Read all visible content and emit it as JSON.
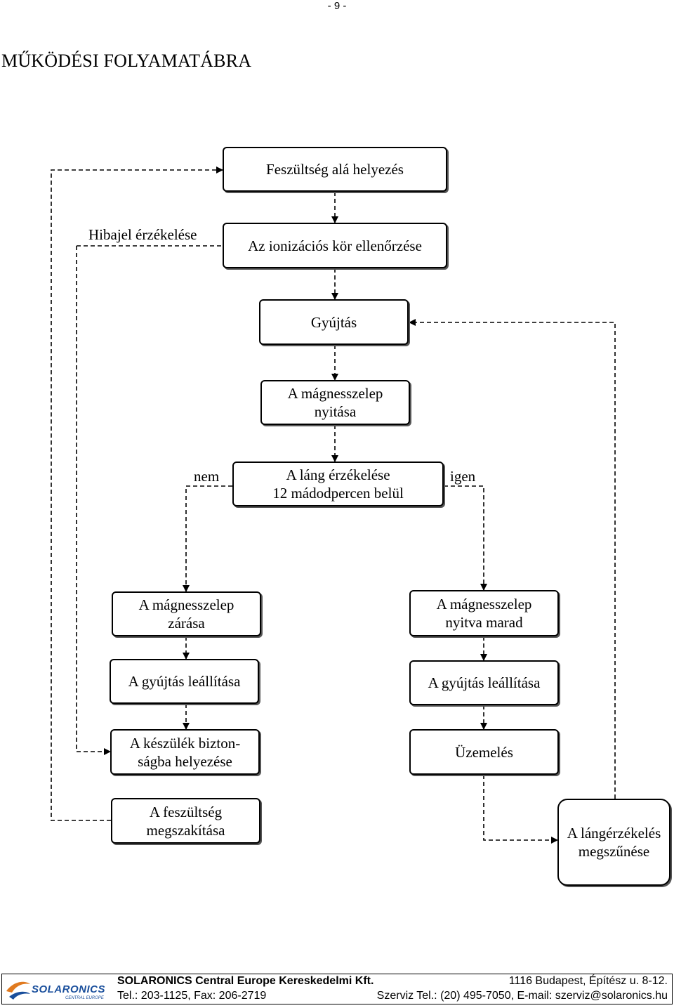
{
  "page_number": "- 9 -",
  "title": "MŰKÖDÉSI FOLYAMATÁBRA",
  "nodes": {
    "power_on": "Feszültség alá helyezés",
    "ion_check": "Az ionizációs kör ellenőrzése",
    "ignition": "Gyújtás",
    "valve_open": [
      "A mágnesszelep",
      "nyitása"
    ],
    "flame_detect": [
      "A láng érzékelése",
      "12 mádodpercen belül"
    ],
    "valve_close": [
      "A mágnesszelep",
      "zárása"
    ],
    "valve_stays_open": [
      "A mágnesszelep",
      "nyitva marad"
    ],
    "ignition_stop_left": "A gyújtás leállítása",
    "ignition_stop_right": "A gyújtás leállítása",
    "safety_lockout": [
      "A készülék bizton-",
      "ságba helyezése"
    ],
    "operation": "Üzemelés",
    "power_cut": [
      "A feszültség",
      "megszakítása"
    ],
    "flame_loss": [
      "A lángérzékelés",
      "megszűnése"
    ]
  },
  "labels": {
    "fault_detect": "Hibajel érzékelése",
    "no": "nem",
    "yes": "igen"
  },
  "footer": {
    "logo_text": "SOLARONICS",
    "logo_sub": "CENTRAL EUROPE",
    "company": "SOLARONICS Central Europe Kereskedelmi Kft.",
    "address": "1116 Budapest, Építész u. 8-12.",
    "phone": "Tel.: 203-1125, Fax: 206-2719",
    "service": "Szerviz Tel.: (20) 495-7050, E-mail: szerviz@solaronics.hu"
  },
  "colors": {
    "logo_blue": "#1a4f9c"
  }
}
